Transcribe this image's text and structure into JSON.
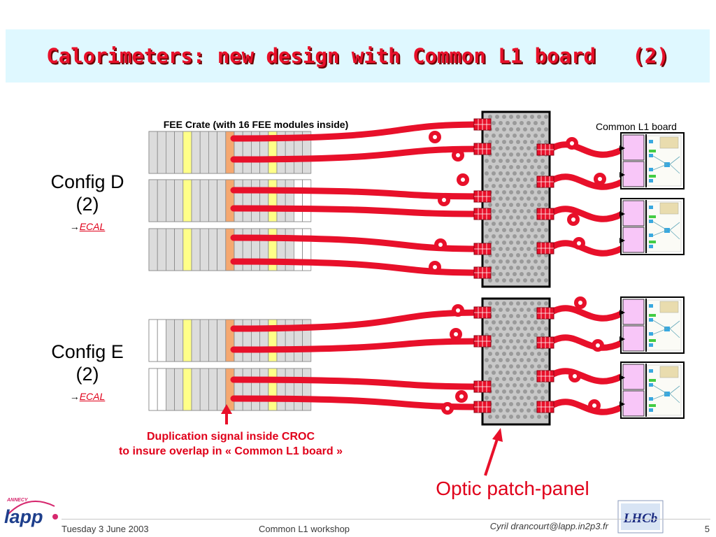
{
  "title": {
    "text": "Calorimeters: new design with Common L1 board   (2)"
  },
  "config_d": {
    "name": "Config D",
    "count": "(2)",
    "arrow": "→",
    "link": "ECAL"
  },
  "config_e": {
    "name": "Config E",
    "count": "(2)",
    "arrow": "→",
    "link": "ECAL"
  },
  "fee_crate_label": "FEE Crate (with 16 FEE modules inside)",
  "common_l1_label": "Common L1 board",
  "duplication_note": {
    "line1": "Duplication signal inside CROC",
    "line2": "to insure overlap in « Common L1 board »"
  },
  "optic_patch_panel_label": "Optic patch-panel",
  "logos": {
    "lapp_text": "lapp",
    "annecy_text": "ANNECY",
    "lhcb_text": "LHCb"
  },
  "footer": {
    "date": "Tuesday 3 June 2003",
    "event": "Common L1 workshop",
    "author": "Cyril drancourt@lapp.in2p3.fr",
    "page": "5"
  },
  "colors": {
    "title": "#e8102a",
    "title_bg": "#dff8ff",
    "fiber": "#e8102a",
    "fee_module": "#dcdcdc",
    "fee_highlight": "#ffff88",
    "croc_module": "#f5a870",
    "l1_pink": "#f8c6f8",
    "patch_panel": "#c8c8c8"
  }
}
